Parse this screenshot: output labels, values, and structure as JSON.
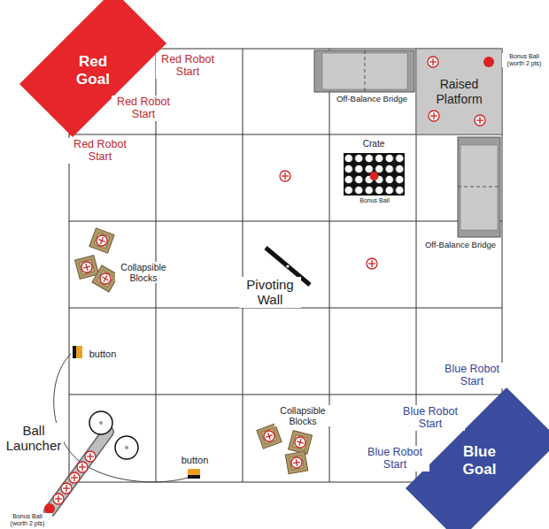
{
  "diagram": {
    "nodes": [
      {
        "text": [
          "Red Goal"
        ]
      },
      {
        "text": [
          "Raised Platform"
        ]
      },
      {
        "text": [
          "Blue Goal"
        ]
      }
    ],
    "labels": [
      "Red Robot Start",
      "Bonus Ball (worth 2 pts)",
      "Red Robot Start",
      "Off-Balance Bridge",
      "Red Robot Start",
      "Crate",
      "Bonus Ball",
      "Off-Balance Bridge",
      "Collapsible Blocks",
      "Pivoting Wall",
      "button",
      "Blue Robot Start",
      "Collapsible Blocks",
      "Blue Robot Start",
      "Ball Launcher",
      "button",
      "Blue Robot Start",
      "Bonus Ball (worth 2 pts)"
    ]
  }
}
